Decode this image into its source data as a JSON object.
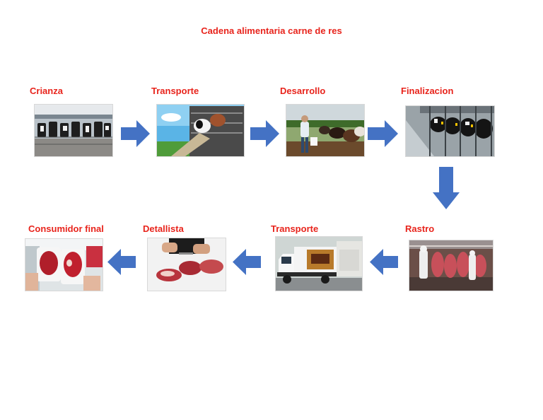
{
  "title": "Cadena alimentaria carne de res",
  "stages": [
    {
      "label": "Crianza",
      "icon": "milking-carousel-photo"
    },
    {
      "label": "Transporte",
      "icon": "cattle-truck-photo"
    },
    {
      "label": "Desarrollo",
      "icon": "farmer-feeding-cattle-photo"
    },
    {
      "label": "Finalizacion",
      "icon": "feedlot-stalls-photo"
    },
    {
      "label": "Rastro",
      "icon": "slaughterhouse-photo"
    },
    {
      "label": "Transporte",
      "icon": "refrigerated-truck-photo"
    },
    {
      "label": "Detallista",
      "icon": "butcher-cutting-meat-photo"
    },
    {
      "label": "Consumidor final",
      "icon": "packaged-meat-shopper-photo"
    }
  ],
  "colors": {
    "label": "#e8241c",
    "arrow": "#4472c4"
  }
}
